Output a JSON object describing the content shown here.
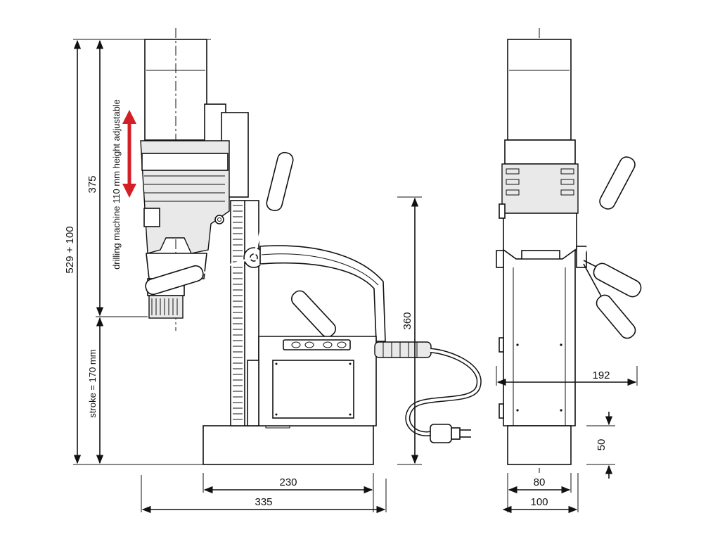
{
  "diagram": {
    "labels": {
      "total_height": "529 + 100",
      "upper_height": "375",
      "adjust_note": "drilling machine 110 mm height adjustable",
      "stroke_note": "stroke = 170 mm",
      "mount_height": "360",
      "base_width": "230",
      "overall_width": "335",
      "side_depth": "192",
      "magnet_height": "50",
      "side_width_inner": "80",
      "side_width_outer": "100"
    },
    "colors": {
      "line": "#111111",
      "adjust_arrow": "#d32027",
      "housing_fill": "#e9e9e9"
    }
  }
}
